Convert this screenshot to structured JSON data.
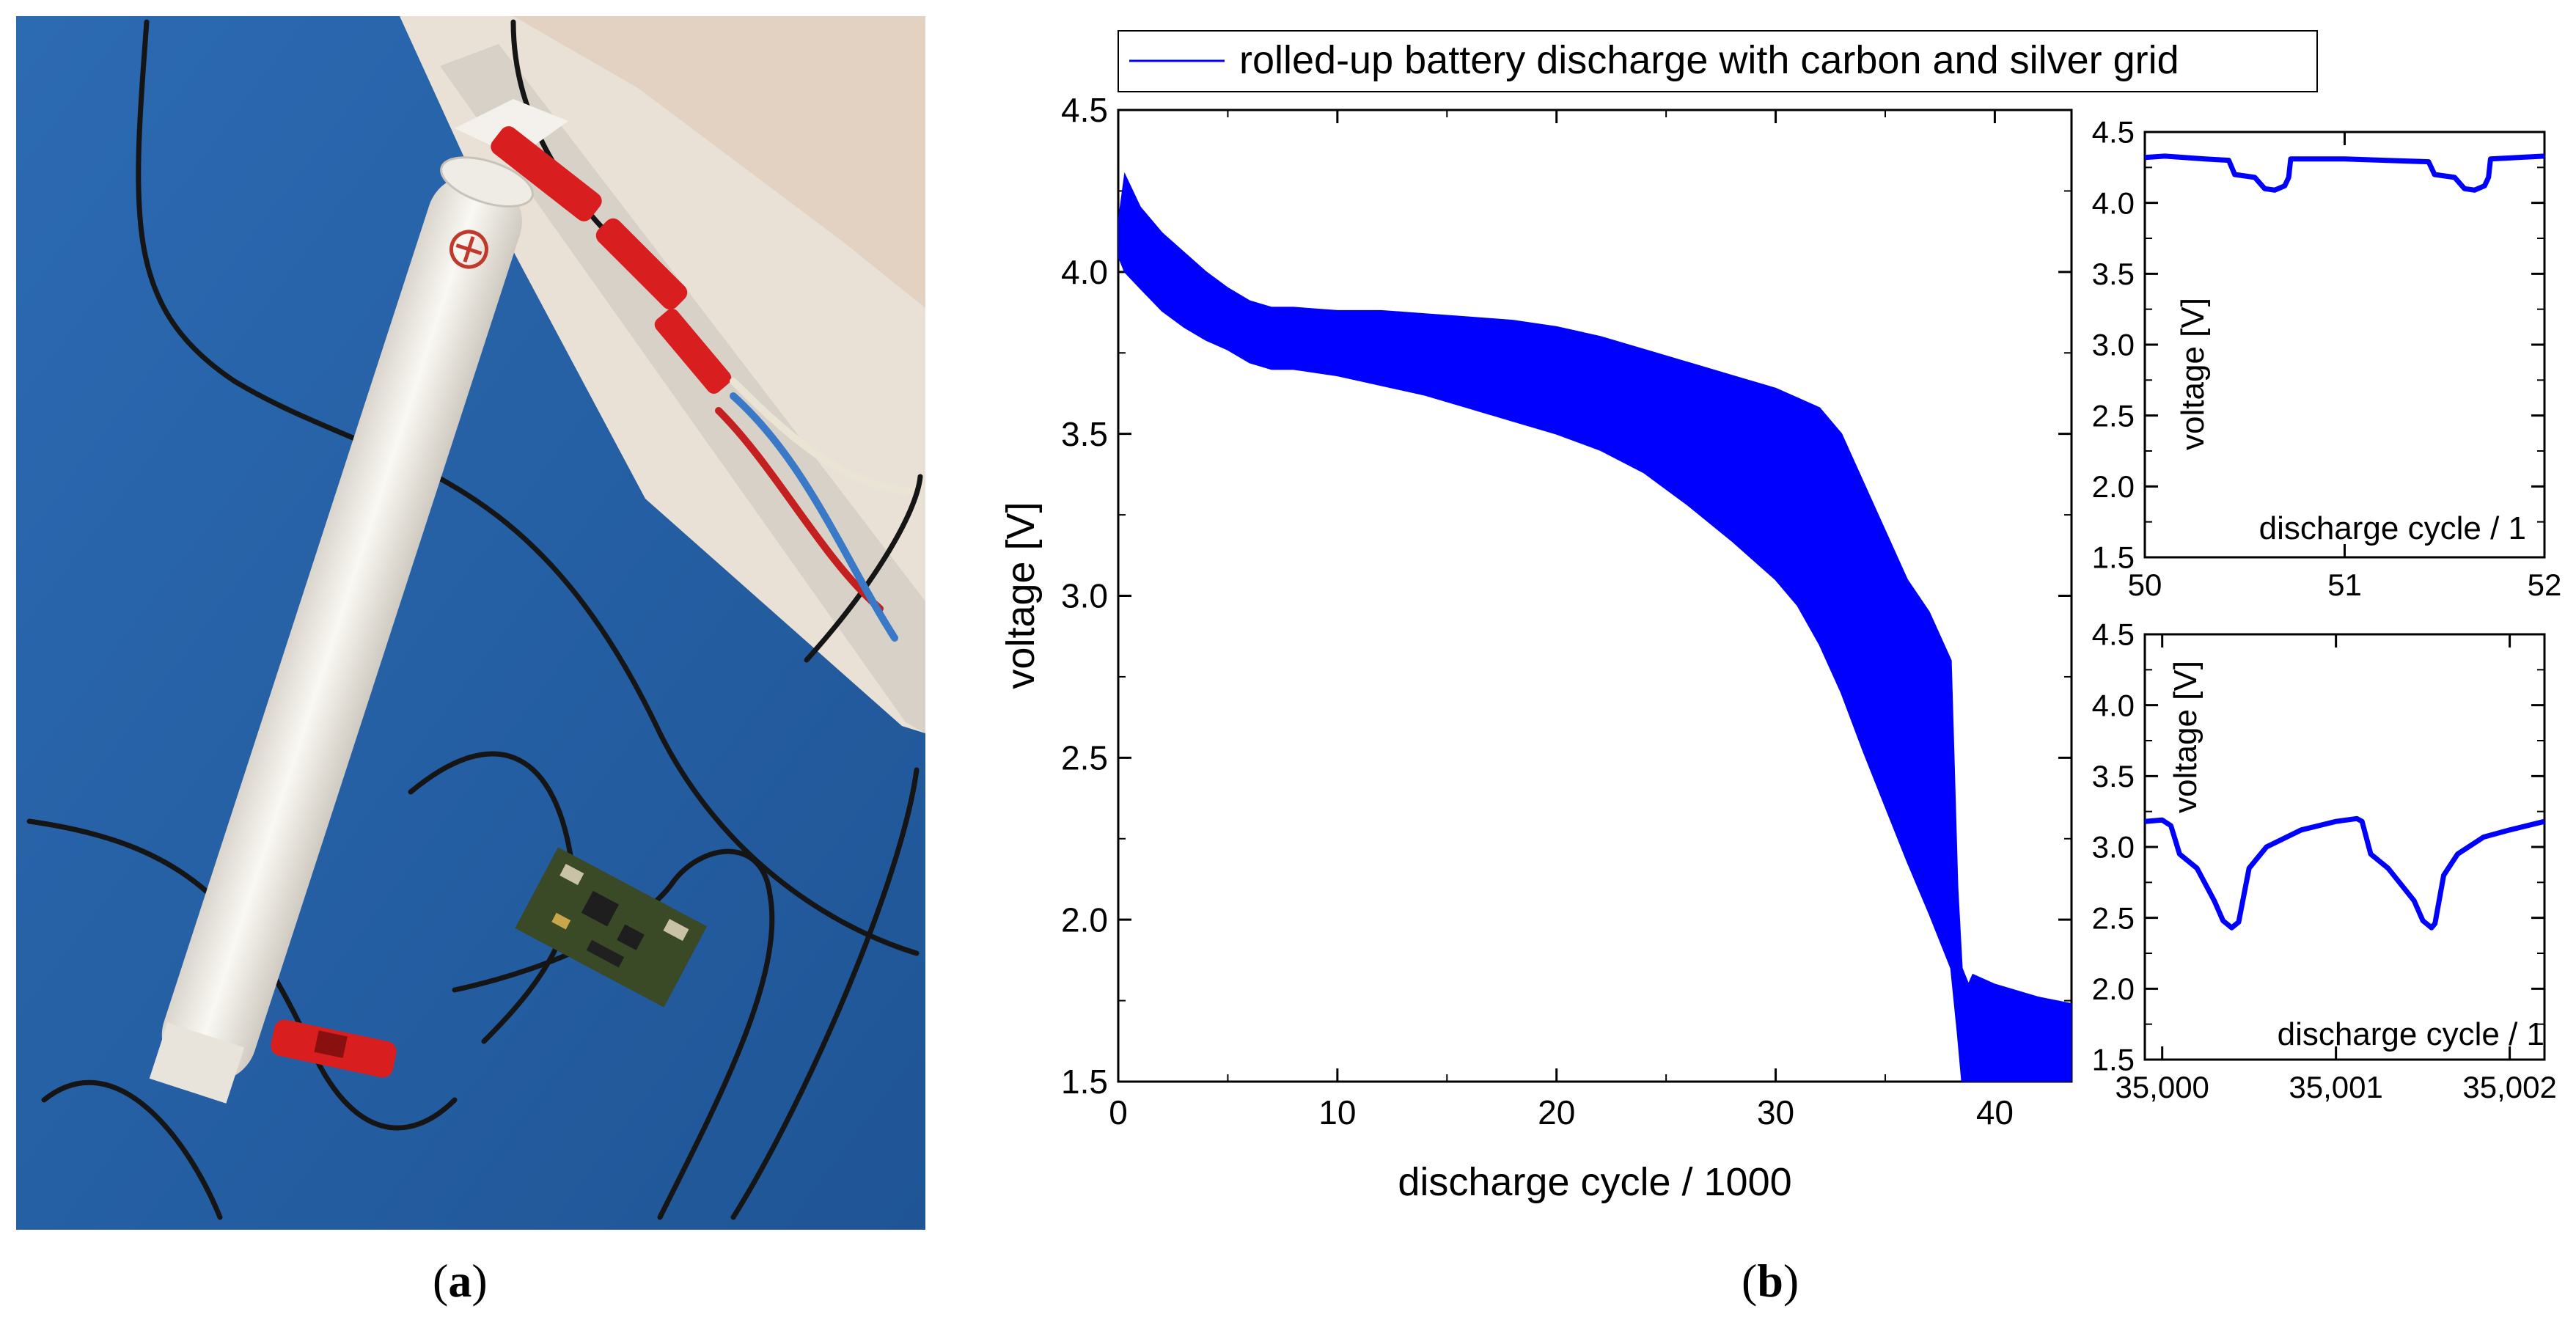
{
  "panels": {
    "a": {
      "label": "a"
    },
    "b": {
      "label": "b"
    }
  },
  "colors": {
    "series": "#0000ff",
    "table_blue": "#2f6fb8",
    "table_blue_dark": "#1f5596",
    "wall": "#ece6dd",
    "tube": "#f1eee8",
    "connector_red": "#d81e1e",
    "pcb_green": "#3b4a26"
  },
  "icons": {
    "photo": "battery-setup-photo"
  },
  "chart_data": [
    {
      "type": "area",
      "legend": {
        "label": "rolled-up battery discharge with carbon and silver grid",
        "placement": "top"
      },
      "xlabel": "discharge cycle / 1000",
      "ylabel": "voltage [V]",
      "xlim": [
        0,
        43.5
      ],
      "ylim": [
        1.5,
        4.5
      ],
      "x_ticks": [
        "0",
        "10",
        "20",
        "30",
        "40"
      ],
      "y_ticks": [
        "1.5",
        "2.0",
        "2.5",
        "3.0",
        "3.5",
        "4.0",
        "4.5"
      ],
      "series": [
        {
          "name": "rolled-up battery discharge with carbon and silver grid",
          "x": [
            0,
            0.3,
            1,
            2,
            3,
            4,
            5,
            6,
            7,
            8,
            10,
            12,
            14,
            16,
            18,
            20,
            22,
            24,
            26,
            28,
            30,
            31,
            32,
            33,
            34,
            35,
            36,
            37,
            38,
            38.3,
            38.5,
            38.8,
            39.0,
            40,
            41,
            42,
            43.5
          ],
          "upper": [
            4.15,
            4.3,
            4.2,
            4.12,
            4.06,
            4.0,
            3.95,
            3.91,
            3.89,
            3.89,
            3.88,
            3.88,
            3.87,
            3.86,
            3.85,
            3.83,
            3.8,
            3.76,
            3.72,
            3.68,
            3.64,
            3.61,
            3.58,
            3.5,
            3.35,
            3.2,
            3.05,
            2.95,
            2.8,
            2.1,
            1.85,
            1.8,
            1.83,
            1.8,
            1.78,
            1.76,
            1.74
          ],
          "lower": [
            4.05,
            4.0,
            3.95,
            3.88,
            3.83,
            3.79,
            3.76,
            3.72,
            3.7,
            3.7,
            3.68,
            3.65,
            3.62,
            3.58,
            3.54,
            3.5,
            3.45,
            3.38,
            3.28,
            3.17,
            3.05,
            2.97,
            2.85,
            2.7,
            2.52,
            2.35,
            2.18,
            2.02,
            1.85,
            1.65,
            1.5,
            1.5,
            1.5,
            1.5,
            1.5,
            1.5,
            1.5
          ]
        }
      ]
    },
    {
      "type": "line",
      "xlabel": "discharge cycle / 1",
      "ylabel": "voltage [V]",
      "xlim": [
        50,
        52
      ],
      "ylim": [
        1.5,
        4.5
      ],
      "x_ticks": [
        "50",
        "51",
        "52"
      ],
      "y_ticks": [
        "1.5",
        "2.0",
        "2.5",
        "3.0",
        "3.5",
        "4.0",
        "4.5"
      ],
      "series": [
        {
          "x": [
            50,
            50.1,
            50.3,
            50.42,
            50.45,
            50.55,
            50.6,
            50.65,
            50.7,
            50.72,
            50.73,
            51.0,
            51.2,
            51.42,
            51.45,
            51.55,
            51.6,
            51.65,
            51.7,
            51.72,
            51.73,
            52.0
          ],
          "y": [
            4.32,
            4.33,
            4.31,
            4.3,
            4.2,
            4.18,
            4.1,
            4.09,
            4.12,
            4.18,
            4.31,
            4.31,
            4.3,
            4.29,
            4.2,
            4.18,
            4.1,
            4.09,
            4.12,
            4.18,
            4.31,
            4.33
          ]
        }
      ]
    },
    {
      "type": "line",
      "xlabel": "discharge cycle / 1",
      "ylabel": "voltage [V]",
      "xlim": [
        34999.9,
        35002.2
      ],
      "ylim": [
        1.5,
        4.5
      ],
      "x_ticks": [
        "35,000",
        "35,001",
        "35,002"
      ],
      "y_ticks": [
        "1.5",
        "2.0",
        "2.5",
        "3.0",
        "3.5",
        "4.0",
        "4.5"
      ],
      "series": [
        {
          "x": [
            34999.9,
            35000.0,
            35000.05,
            35000.1,
            35000.2,
            35000.3,
            35000.35,
            35000.4,
            35000.44,
            35000.5,
            35000.6,
            35000.8,
            35001.0,
            35001.12,
            35001.15,
            35001.2,
            35001.3,
            35001.45,
            35001.5,
            35001.55,
            35001.57,
            35001.62,
            35001.7,
            35001.85,
            35002.0,
            35002.2
          ],
          "y": [
            3.18,
            3.19,
            3.15,
            2.95,
            2.85,
            2.62,
            2.48,
            2.43,
            2.47,
            2.85,
            3.0,
            3.12,
            3.18,
            3.2,
            3.18,
            2.95,
            2.85,
            2.62,
            2.48,
            2.43,
            2.46,
            2.8,
            2.95,
            3.07,
            3.12,
            3.18
          ]
        }
      ]
    }
  ]
}
